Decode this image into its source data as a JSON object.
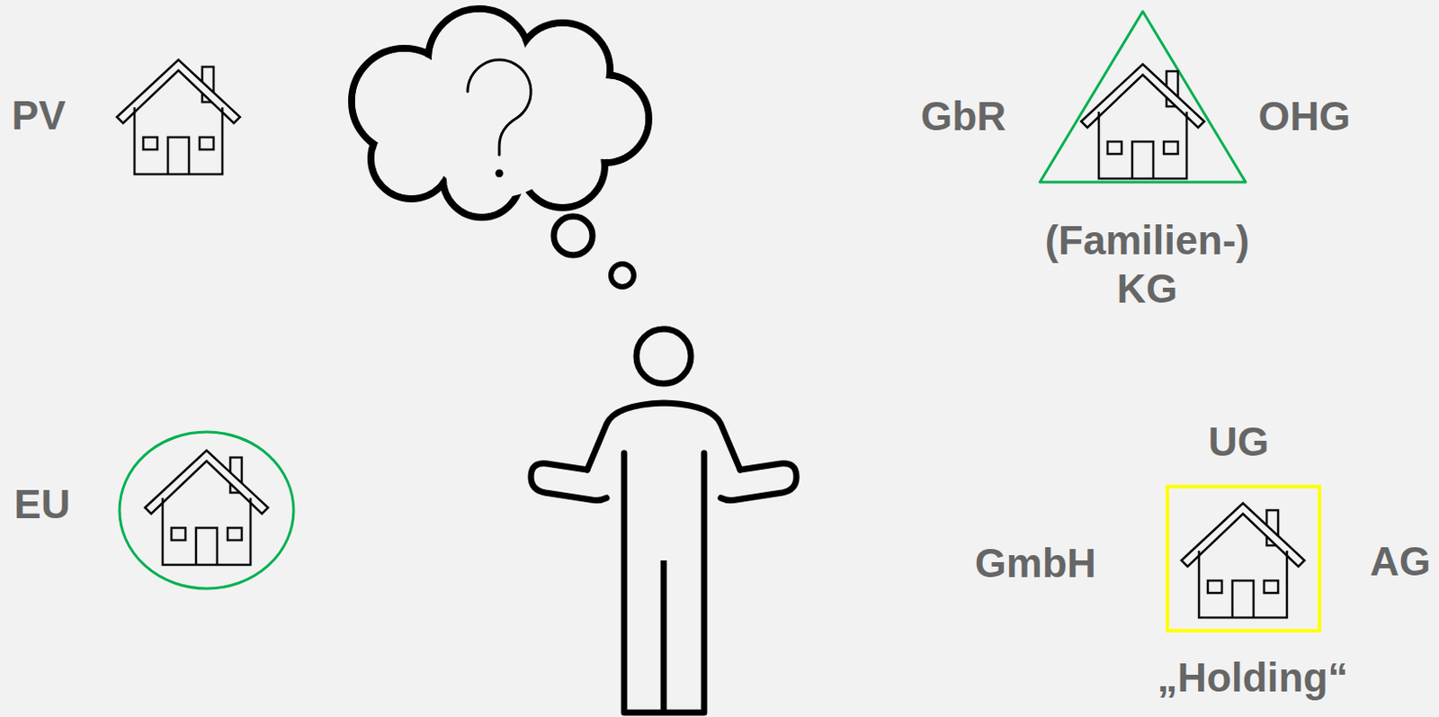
{
  "diagram": {
    "labels": [
      "PV",
      "EU",
      "GbR",
      "OHG",
      "(Familien-) KG",
      "UG",
      "GmbH",
      "AG",
      "„Holding“"
    ]
  }
}
